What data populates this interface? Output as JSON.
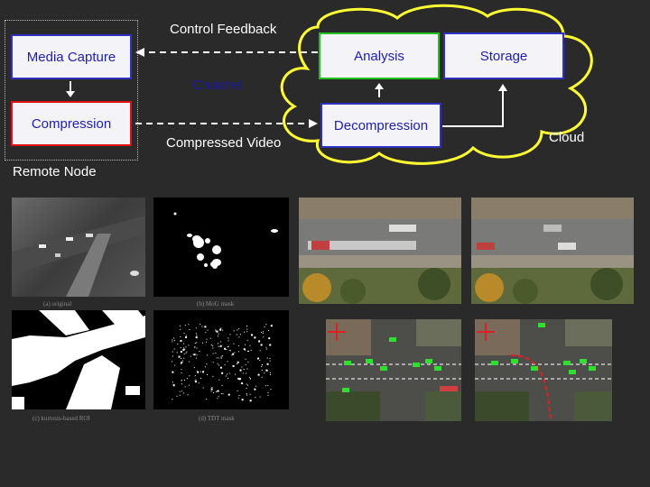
{
  "diagram": {
    "remote_node_label": "Remote Node",
    "cloud_label": "Cloud",
    "channel_label": "Channel",
    "control_feedback_label": "Control Feedback",
    "compressed_video_label": "Compressed Video",
    "boxes": {
      "media_capture": "Media Capture",
      "compression": "Compression",
      "analysis": "Analysis",
      "storage": "Storage",
      "decompression": "Decompression"
    }
  },
  "figures": {
    "captions": {
      "original": "(a) original",
      "mog_mask": "(b) MoG mask",
      "kurtosis_roi": "(c) kurtosis-based ROI",
      "tdt_mask": "(d) TDT mask"
    }
  },
  "colors": {
    "background": "#2a2a2a",
    "box_fill": "#f4f4f8",
    "box_text": "#2020b0",
    "blue_border": "#3030c0",
    "red_border": "#e01010",
    "green_border": "#20c020",
    "cloud_stroke": "#ffff33",
    "channel_text": "#1a1a9a"
  }
}
